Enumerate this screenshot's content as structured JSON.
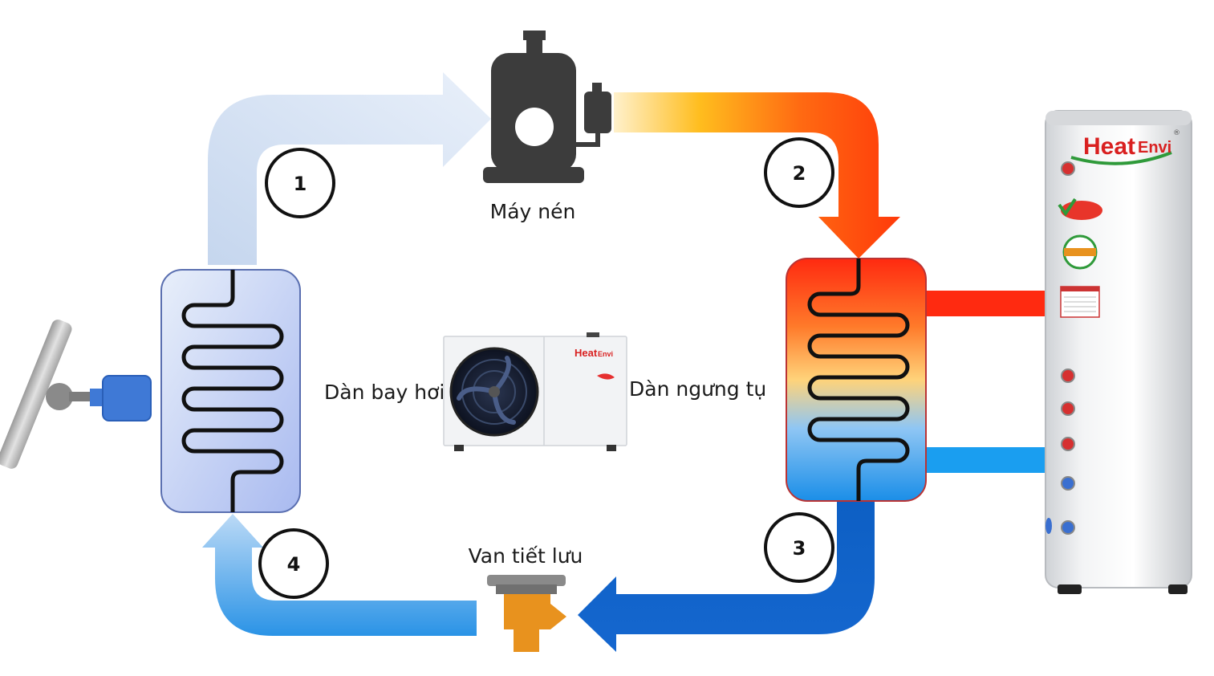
{
  "labels": {
    "compressor": "Máy nén",
    "evaporator": "Dàn bay hơi",
    "condenser": "Dàn ngưng tụ",
    "valve": "Van tiết lưu"
  },
  "steps": [
    "1",
    "2",
    "3",
    "4"
  ],
  "brand": {
    "heat": "Heat",
    "envi": "Envi",
    "registered": "®"
  },
  "colors": {
    "cold_light": "#cfdff3",
    "cold_blue": "#1f8ae0",
    "deep_blue": "#0d5fc4",
    "hot_red": "#ff3b12",
    "hot_orange": "#ff9a1a",
    "compressor_gray": "#3c3c3c",
    "valve_orange": "#e8921e"
  }
}
